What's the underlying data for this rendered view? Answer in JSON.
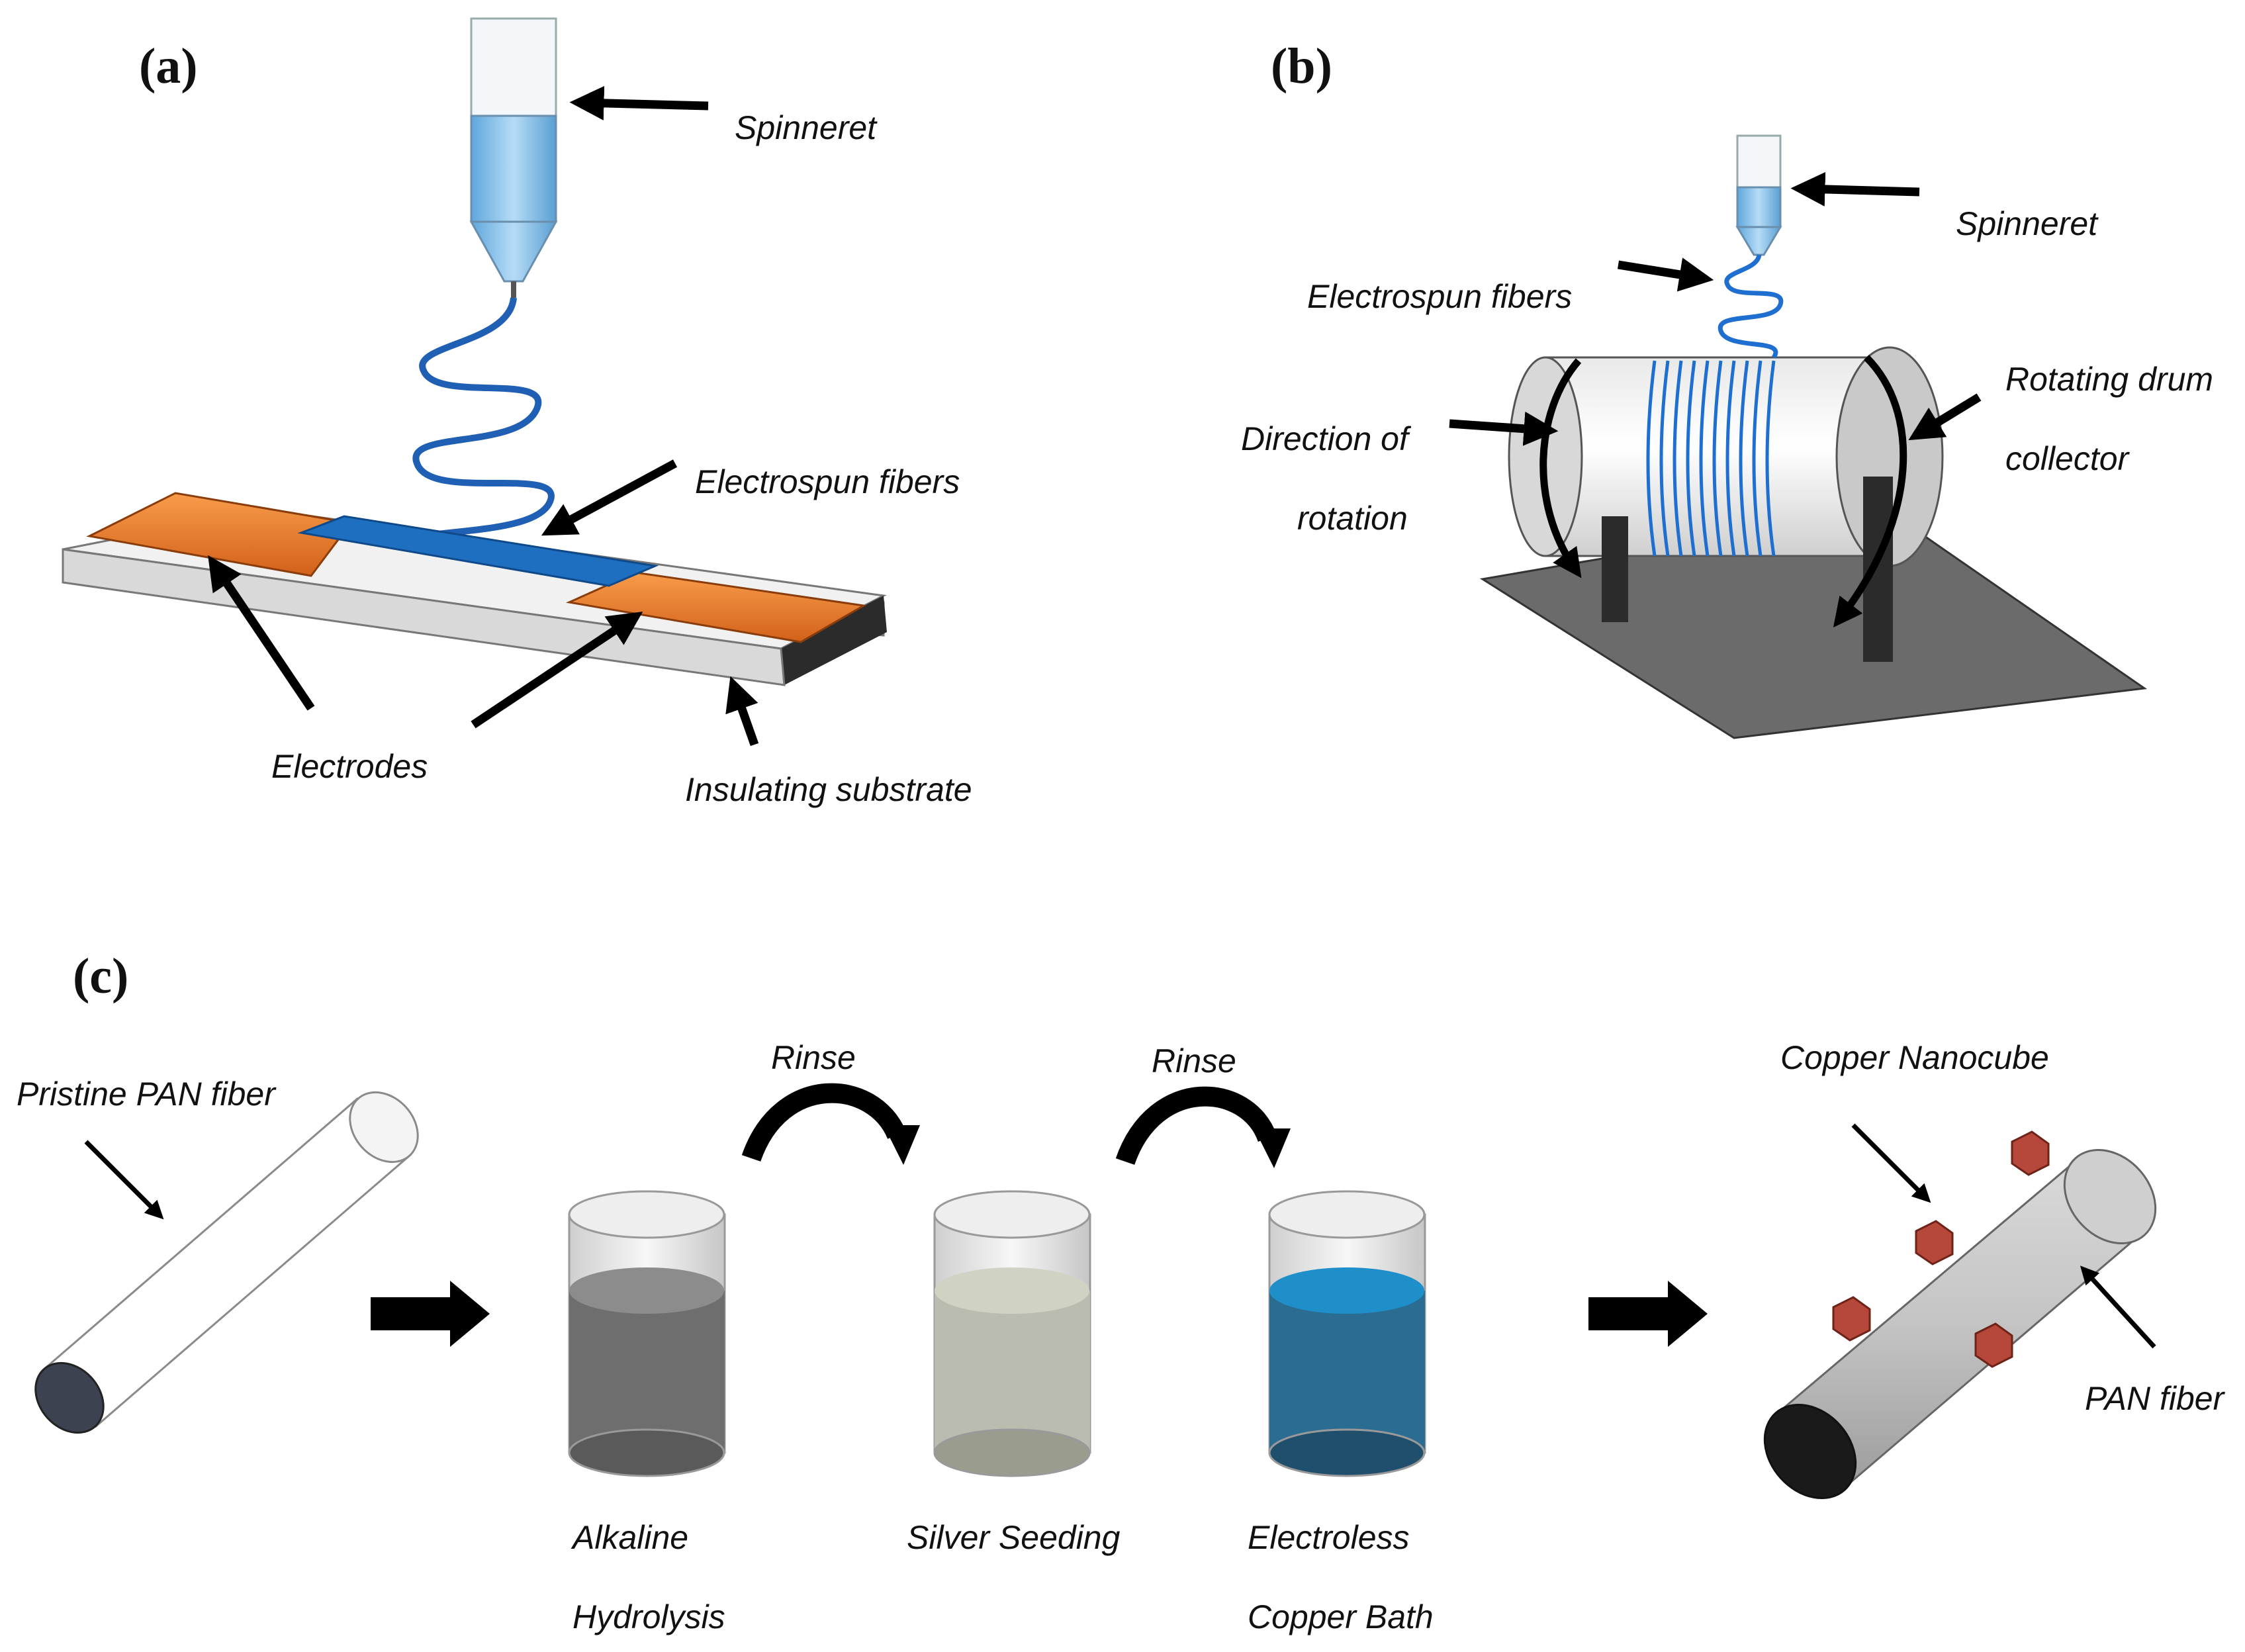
{
  "panels": {
    "a": {
      "letter": "(a)",
      "labels": {
        "spinneret": "Spinneret",
        "fibers": "Electrospun fibers",
        "electrodes": "Electrodes",
        "substrate": "Insulating substrate"
      }
    },
    "b": {
      "letter": "(b)",
      "labels": {
        "spinneret": "Spinneret",
        "fibers": "Electrospun fibers",
        "direction_line1": "Direction of",
        "direction_line2": "rotation",
        "drum_line1": "Rotating drum",
        "drum_line2": "collector"
      }
    },
    "c": {
      "letter": "(c)",
      "labels": {
        "pristine": "Pristine PAN fiber",
        "rinse1": "Rinse",
        "rinse2": "Rinse",
        "alkaline_line1": "Alkaline",
        "alkaline_line2": "Hydrolysis",
        "silver": "Silver Seeding",
        "copper_bath_line1": "Electroless",
        "copper_bath_line2": "Copper Bath",
        "nanocube": "Copper Nanocube",
        "pan": "PAN fiber"
      },
      "beakers": [
        {
          "name": "alkaline-hydrolysis",
          "liquid_color": "#6e6e6e"
        },
        {
          "name": "silver-seeding",
          "liquid_color": "#b9bcae"
        },
        {
          "name": "copper-bath",
          "liquid_color": "#1e8fc8"
        }
      ]
    }
  },
  "colors": {
    "solution_blue": "#8ec8ef",
    "fiber_blue": "#1f5fb4",
    "electrode_orange": "#f07a1e",
    "copper_cube": "#b5483a",
    "base_gray": "#6b6b6b"
  }
}
